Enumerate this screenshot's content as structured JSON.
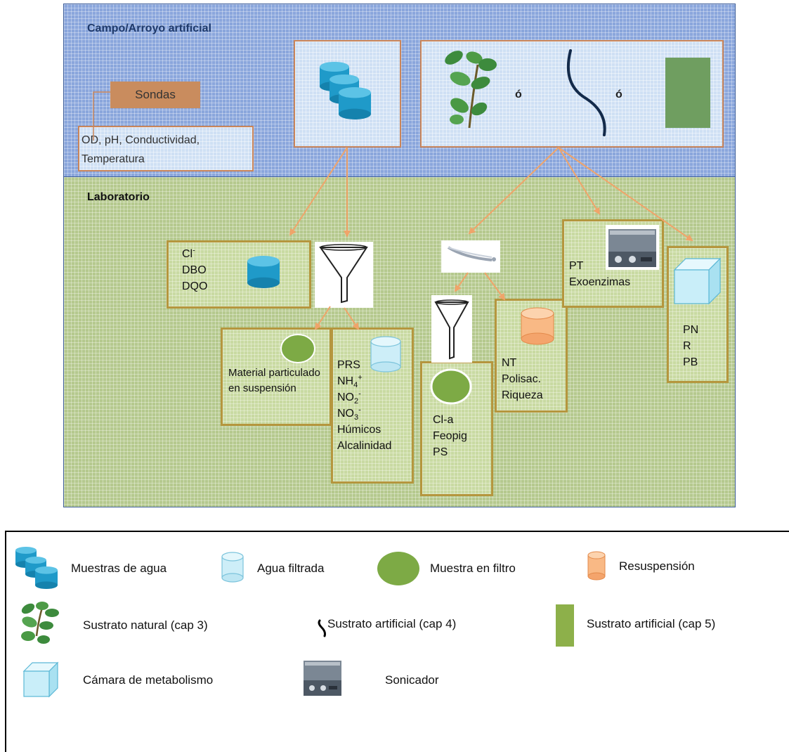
{
  "field": {
    "title": "Campo/Arroyo artificial",
    "probes_label": "Sondas",
    "probes_params": "OD, pH, Conductividad, Temperatura",
    "or_1": "ó",
    "or_2": "ó"
  },
  "lab": {
    "title": "Laboratorio",
    "box_cl": [
      "Cl-",
      "DBO",
      "DQO"
    ],
    "box_particulate": "Material particulado en suspensión",
    "box_filtered": [
      "PRS",
      "NH4+",
      "NO2-",
      "NO3-",
      "Húmicos",
      "Alcalinidad"
    ],
    "box_chl": [
      "Cl-a",
      "Feopig",
      "PS"
    ],
    "box_resusp": [
      "NT",
      "Polisac.",
      "Riqueza"
    ],
    "box_sonic": [
      "PT",
      "Exoenzimas"
    ],
    "box_chamber": [
      "PN",
      "R",
      "PB"
    ]
  },
  "legend": {
    "water_samples": "Muestras de agua",
    "filtered_water": "Agua filtrada",
    "filter_sample": "Muestra en filtro",
    "resuspension": "Resuspensión",
    "natural_substrate": "Sustrato natural (cap 3)",
    "artificial_substrate_4": "Sustrato artificial (cap 4)",
    "artificial_substrate_5": "Sustrato artificial (cap 5)",
    "metabolism_chamber": "Cámara de metabolismo",
    "sonicator": "Sonicador"
  },
  "colors": {
    "field_bg": "#8aa6dc",
    "lab_bg": "#b5c98e",
    "arrow": "#f0a46a",
    "box_border_lab": "#b5963e",
    "box_border_field": "#c9855a",
    "cylinder_blue": "#1f9ac9",
    "filter_green": "#7daa45",
    "resuspension_orange": "#f4a46c"
  }
}
